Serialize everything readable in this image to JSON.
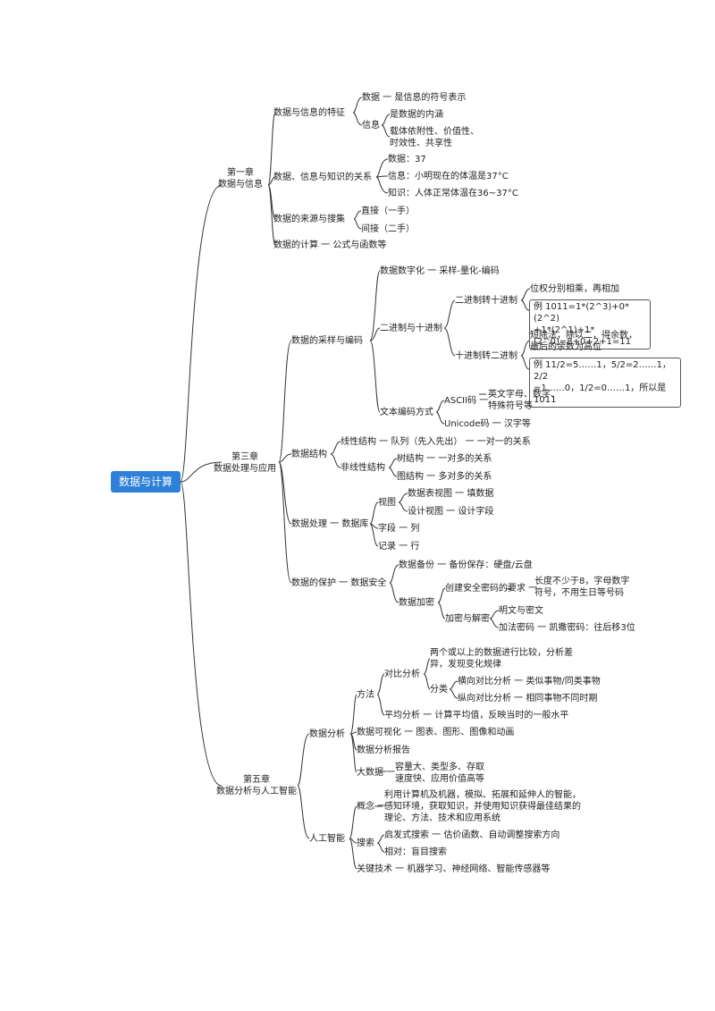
{
  "root": "数据与计算",
  "ch1": {
    "title": "第一章\n数据与信息",
    "a": "数据与信息的特征",
    "a1": "数据 一 是信息的符号表示",
    "a2": "信息",
    "a2a": "是数据的内涵",
    "a2b": "载体依附性、价值性、\n时效性、共享性",
    "b": "数据、信息与知识的关系",
    "b1": "数据：37",
    "b2": "信息：小明现在的体温是37°C",
    "b3": "知识：人体正常体温在36~37°C",
    "c": "数据的来源与搜集",
    "c1": "直接（一手）",
    "c2": "间接（二手）",
    "d": "数据的计算 一 公式与函数等"
  },
  "ch3": {
    "title": "第三章\n数据处理与应用",
    "a": "数据的采样与编码",
    "a1": "数据数字化 一 采样-量化-编码",
    "a2": "二进制与十进制",
    "a2a": "二进制转十进制",
    "a2a1": "位权分别相乘，再相加",
    "a2a2": "例 1011=1*(2^3)+0*(2^2)\n+1*(2^1)+1*(2^0)=8+0+2+1=11",
    "a2b": "十进制转二进制",
    "a2b1": "短除法，除以二，得余数，\n最后的余数为高位",
    "a2b2": "例 11/2=5……1，5/2=2……1，2/2\n=1……0，1/2=0……1，所以是1011",
    "a3": "文本编码方式",
    "a3a": "ASCII码 一",
    "a3a1": "英文字母、数字、\n特殊符号等",
    "a3b": "Unicode码 一 汉字等",
    "b": "数据结构",
    "b1": "线性结构 一 队列（先入先出） 一 一对一的关系",
    "b2": "非线性结构",
    "b2a": "树结构 一 一对多的关系",
    "b2b": "图结构 一 多对多的关系",
    "c": "数据处理 一 数据库",
    "c1": "视图",
    "c1a": "数据表视图 一 填数据",
    "c1b": "设计视图 一 设计字段",
    "c2": "字段 一 列",
    "c3": "记录 一 行",
    "d": "数据的保护 一 数据安全",
    "d1": "数据备份 一 备份保存：硬盘/云盘",
    "d2": "数据加密",
    "d2a": "创建安全密码的要求 一",
    "d2a1": "长度不少于8，字母数字\n符号，不用生日等号码",
    "d2b": "加密与解密",
    "d2b1": "明文与密文",
    "d2b2": "加法密码 一 凯撒密码：往后移3位"
  },
  "ch5": {
    "title": "第五章\n数据分析与人工智能",
    "a": "数据分析",
    "a1": "方法",
    "a1a": "对比分析",
    "a1a1": "两个或以上的数据进行比较，分析差\n异，发现变化规律",
    "a1a2": "分类",
    "a1a2a": "横向对比分析 一 类似事物/同类事物",
    "a1a2b": "纵向对比分析 一 相同事物不同时期",
    "a1b": "平均分析 一 计算平均值，反映当时的一般水平",
    "a2": "数据可视化 一 图表、图形、图像和动画",
    "a3": "数据分析报告",
    "a4": "大数据 一",
    "a4a": "容量大、类型多、存取\n速度快、应用价值高等",
    "b": "人工智能",
    "b1": "概念 一",
    "b1a": "利用计算机及机器，模拟、拓展和延伸人的智能，\n感知环境，获取知识，并使用知识获得最佳结果的\n理论、方法、技术和应用系统",
    "b2": "搜索",
    "b2a": "启发式搜索 一 估价函数、自动调整搜索方向",
    "b2b": "相对：盲目搜索",
    "b3": "关键技术 一 机器学习、神经网络、智能传感器等"
  },
  "colors": {
    "root_bg": "#2f80d8",
    "line": "#333333"
  }
}
